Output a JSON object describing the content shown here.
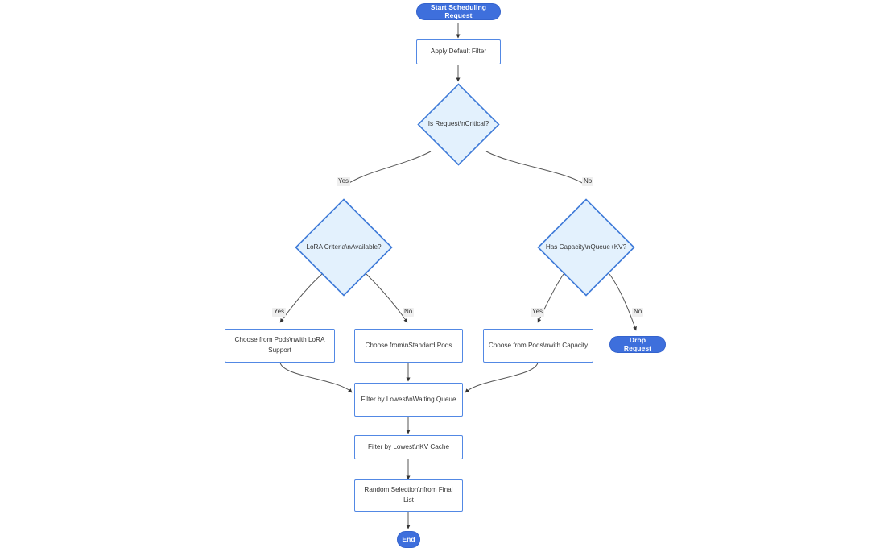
{
  "diagram": {
    "type": "flowchart",
    "direction": "top-down",
    "title": "Scheduling Request Flow",
    "colors": {
      "terminal_fill": "#3e6fdc",
      "terminal_text": "#ffffff",
      "process_fill": "#ffffff",
      "process_border": "#5288e4",
      "decision_fill": "#e3f1fd",
      "decision_border": "#3e7ad8",
      "edge_stroke": "#555555",
      "text": "#333333",
      "edge_label_bg": "#efefef"
    },
    "nodes": [
      {
        "id": "start",
        "shape": "pill",
        "label": "Start Scheduling Request"
      },
      {
        "id": "apply_filter",
        "shape": "rect",
        "label": "Apply Default Filter"
      },
      {
        "id": "is_critical",
        "shape": "diamond",
        "label": "Is Request\\nCritical?"
      },
      {
        "id": "lora_crit",
        "shape": "diamond",
        "label": "LoRA Criteria\\nAvailable?"
      },
      {
        "id": "has_cap",
        "shape": "diamond",
        "label": "Has Capacity\\nQueue+KV?"
      },
      {
        "id": "pods_lora",
        "shape": "rect",
        "label": "Choose from Pods\\nwith LoRA Support"
      },
      {
        "id": "pods_std",
        "shape": "rect",
        "label": "Choose from\\nStandard Pods"
      },
      {
        "id": "pods_cap",
        "shape": "rect",
        "label": "Choose from Pods\\nwith Capacity"
      },
      {
        "id": "drop_req",
        "shape": "pill",
        "label": "Drop Request"
      },
      {
        "id": "filter_queue",
        "shape": "rect",
        "label": "Filter by Lowest\\nWaiting Queue"
      },
      {
        "id": "filter_kv",
        "shape": "rect",
        "label": "Filter by Lowest\\nKV Cache"
      },
      {
        "id": "random_sel",
        "shape": "rect",
        "label": "Random Selection\\nfrom Final List"
      },
      {
        "id": "end",
        "shape": "pill",
        "label": "End"
      }
    ],
    "edges": [
      {
        "from": "start",
        "to": "apply_filter",
        "label": ""
      },
      {
        "from": "apply_filter",
        "to": "is_critical",
        "label": ""
      },
      {
        "from": "is_critical",
        "to": "lora_crit",
        "label": "Yes"
      },
      {
        "from": "is_critical",
        "to": "has_cap",
        "label": "No"
      },
      {
        "from": "lora_crit",
        "to": "pods_lora",
        "label": "Yes"
      },
      {
        "from": "lora_crit",
        "to": "pods_std",
        "label": "No"
      },
      {
        "from": "has_cap",
        "to": "pods_cap",
        "label": "Yes"
      },
      {
        "from": "has_cap",
        "to": "drop_req",
        "label": "No"
      },
      {
        "from": "pods_lora",
        "to": "filter_queue",
        "label": ""
      },
      {
        "from": "pods_std",
        "to": "filter_queue",
        "label": ""
      },
      {
        "from": "pods_cap",
        "to": "filter_queue",
        "label": ""
      },
      {
        "from": "filter_queue",
        "to": "filter_kv",
        "label": ""
      },
      {
        "from": "filter_kv",
        "to": "random_sel",
        "label": ""
      },
      {
        "from": "random_sel",
        "to": "end",
        "label": ""
      }
    ],
    "edge_labels": {
      "critical_yes": "Yes",
      "critical_no": "No",
      "lora_yes": "Yes",
      "lora_no": "No",
      "cap_yes": "Yes",
      "cap_no": "No"
    },
    "node_labels": {
      "start": "Start Scheduling Request",
      "apply_filter": "Apply Default Filter",
      "is_critical": "Is Request\\nCritical?",
      "lora_crit": "LoRA Criteria\\nAvailable?",
      "has_cap": "Has Capacity\\nQueue+KV?",
      "pods_lora": "Choose from Pods\\nwith LoRA Support",
      "pods_std": "Choose from\\nStandard Pods",
      "pods_cap": "Choose from Pods\\nwith Capacity",
      "drop_req": "Drop Request",
      "filter_queue": "Filter by Lowest\\nWaiting Queue",
      "filter_kv": "Filter by Lowest\\nKV Cache",
      "random_sel": "Random Selection\\nfrom Final List",
      "end": "End"
    }
  }
}
